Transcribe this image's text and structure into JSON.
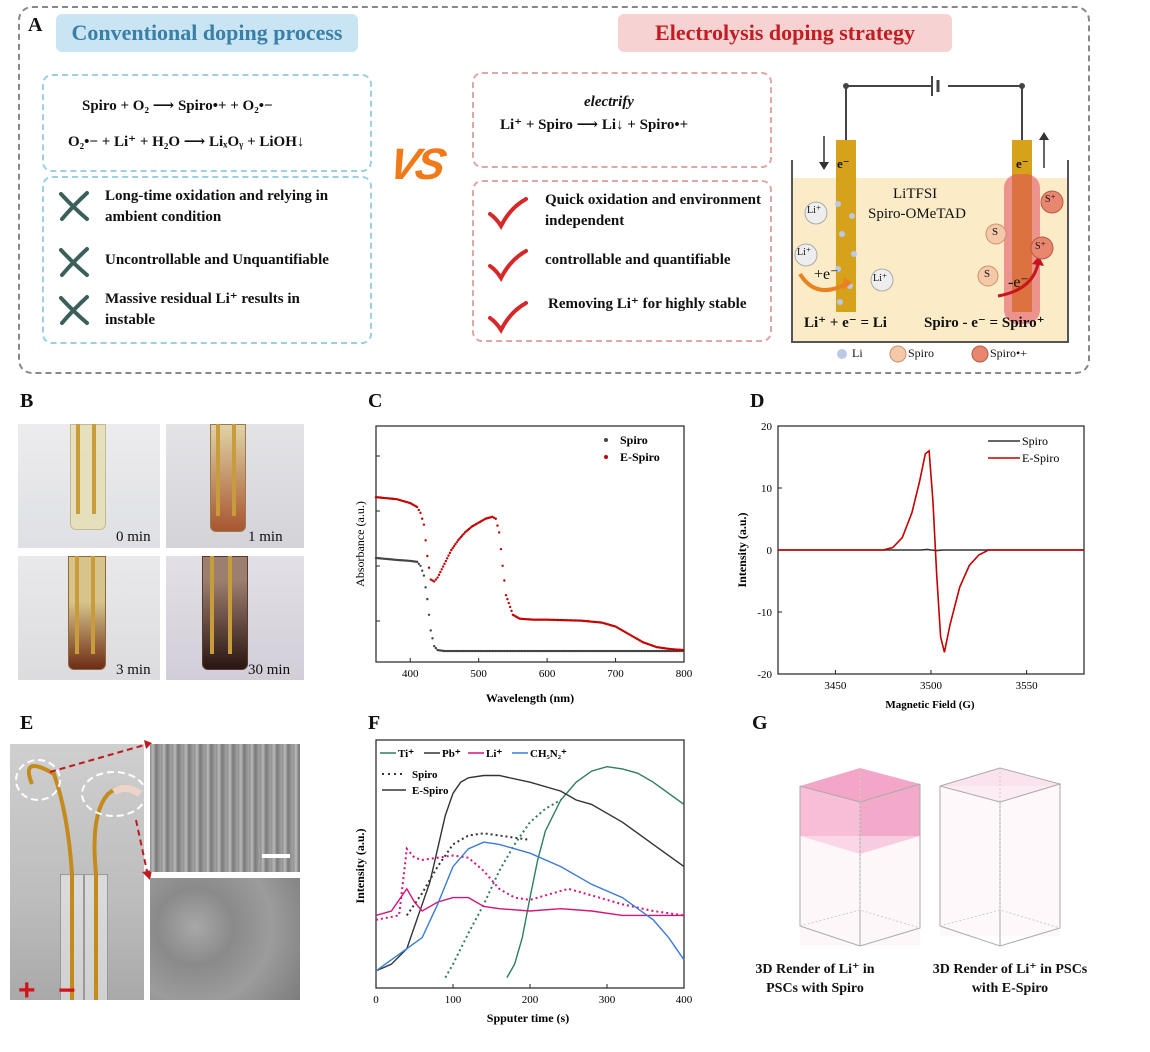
{
  "panels": {
    "A": "A",
    "B": "B",
    "C": "C",
    "D": "D",
    "E": "E",
    "F": "F",
    "G": "G"
  },
  "panelA": {
    "conv_title": "Conventional doping process",
    "elec_title": "Electrolysis doping strategy",
    "conv_eq1": "Spiro + O₂ ⟶ Spiro•+ + O₂•−",
    "conv_eq2": "O₂•− + Li⁺ + H₂O ⟶ LiₓOᵧ + LiOH↓",
    "conv_items": [
      "Long-time oxidation and relying in ambient condition",
      "Uncontrollable  and Unquantifiable",
      "Massive residual Li⁺ results in instable"
    ],
    "vs": "VS",
    "elec_eq_above": "electrify",
    "elec_eq": "Li⁺ + Spiro ⟶ Li↓ + Spiro•+",
    "elec_items": [
      "Quick oxidation and environment independent",
      "controllable  and quantifiable",
      "Removing Li⁺ for highly stable"
    ],
    "cell": {
      "electrolyte1": "LiTFSI",
      "electrolyte2": "Spiro-OMeTAD",
      "left_e": "e⁻",
      "right_e": "e⁻",
      "li_label": "Li⁺",
      "plus_e": "+e⁻",
      "minus_e": "-e⁻",
      "s_label": "S",
      "s_plus_label": "S⁺",
      "left_reaction": "Li⁺ + e⁻ = Li",
      "right_reaction": "Spiro - e⁻ = Spiro⁺",
      "legend_li": "Li",
      "legend_spiro": "Spiro",
      "legend_spiro_plus": "Spiro•+"
    }
  },
  "panelB": {
    "times": [
      "0 min",
      "1 min",
      "3 min",
      "30 min"
    ]
  },
  "panelE": {
    "plus": "+",
    "minus": "−"
  },
  "panelG": {
    "caption1": "3D Render of Li⁺ in PSCs with Spiro",
    "caption2": "3D Render of Li⁺ in PSCs with E-Spiro"
  },
  "chart_data": [
    {
      "id": "C",
      "type": "scatter",
      "xlabel": "Wavelength (nm)",
      "ylabel": "Absorbance (a.u.)",
      "xlim": [
        350,
        800
      ],
      "xticks": [
        400,
        500,
        600,
        700,
        800
      ],
      "legend": "top-right",
      "series": [
        {
          "name": "Spiro",
          "color": "#444444",
          "x": [
            350,
            380,
            400,
            410,
            415,
            420,
            425,
            430,
            435,
            440,
            450,
            500,
            600,
            700,
            800
          ],
          "y": [
            0.49,
            0.48,
            0.475,
            0.47,
            0.45,
            0.4,
            0.28,
            0.12,
            0.04,
            0.02,
            0.015,
            0.015,
            0.015,
            0.015,
            0.015
          ]
        },
        {
          "name": "E-Spiro",
          "color": "#c40000",
          "x": [
            350,
            380,
            400,
            410,
            415,
            420,
            425,
            430,
            435,
            440,
            450,
            460,
            470,
            480,
            490,
            500,
            510,
            520,
            525,
            530,
            535,
            540,
            550,
            560,
            580,
            600,
            650,
            680,
            700,
            720,
            740,
            760,
            780,
            800
          ],
          "y": [
            0.8,
            0.79,
            0.77,
            0.75,
            0.72,
            0.66,
            0.5,
            0.38,
            0.37,
            0.39,
            0.46,
            0.53,
            0.58,
            0.62,
            0.65,
            0.67,
            0.69,
            0.7,
            0.69,
            0.62,
            0.45,
            0.3,
            0.2,
            0.18,
            0.175,
            0.175,
            0.17,
            0.16,
            0.14,
            0.1,
            0.06,
            0.035,
            0.025,
            0.02
          ]
        }
      ]
    },
    {
      "id": "D",
      "type": "line",
      "xlabel": "Magnetic Field (G)",
      "ylabel": "Intensity (a.u.)",
      "xlim": [
        3420,
        3580
      ],
      "ylim": [
        -20,
        20
      ],
      "xticks": [
        3450,
        3500,
        3550
      ],
      "yticks": [
        -20,
        -10,
        0,
        10,
        20
      ],
      "legend": "top-right",
      "series": [
        {
          "name": "Spiro",
          "color": "#333333",
          "x": [
            3420,
            3495,
            3498,
            3500,
            3503,
            3506,
            3580
          ],
          "y": [
            0,
            0,
            0.1,
            0,
            -0.1,
            0,
            0
          ]
        },
        {
          "name": "E-Spiro",
          "color": "#c40000",
          "x": [
            3420,
            3475,
            3480,
            3485,
            3490,
            3494,
            3497,
            3499,
            3501,
            3503,
            3505,
            3507,
            3510,
            3515,
            3520,
            3525,
            3530,
            3580
          ],
          "y": [
            0,
            0,
            0.4,
            2,
            6,
            11,
            15.5,
            16,
            8,
            -4,
            -14,
            -16.5,
            -12,
            -6,
            -2.5,
            -0.8,
            0,
            0
          ]
        }
      ]
    },
    {
      "id": "F",
      "type": "line",
      "xlabel": "Spputer time (s)",
      "ylabel": "Intensity (a.u.)",
      "xlim": [
        0,
        400
      ],
      "xticks": [
        0,
        100,
        200,
        300,
        400
      ],
      "legend": "top-left",
      "legend_labels": [
        "Ti⁺",
        "Pb⁺",
        "Li⁺",
        "CH₅N₂⁺"
      ],
      "style_labels": [
        "Spiro",
        "E-Spiro"
      ],
      "series": [
        {
          "name": "Ti⁺",
          "style": "E-Spiro",
          "color": "#2e7d5b",
          "x": [
            170,
            180,
            190,
            200,
            210,
            220,
            240,
            260,
            280,
            300,
            320,
            340,
            360,
            380,
            400
          ],
          "y": [
            0.02,
            0.08,
            0.2,
            0.38,
            0.55,
            0.68,
            0.82,
            0.9,
            0.95,
            0.97,
            0.96,
            0.94,
            0.9,
            0.85,
            0.8
          ]
        },
        {
          "name": "Ti⁺",
          "style": "Spiro",
          "color": "#2e7d5b",
          "x": [
            90,
            100,
            110,
            120,
            140,
            160,
            180,
            200,
            220,
            240
          ],
          "y": [
            0.02,
            0.08,
            0.15,
            0.22,
            0.35,
            0.5,
            0.62,
            0.72,
            0.78,
            0.82
          ]
        },
        {
          "name": "Pb⁺",
          "style": "E-Spiro",
          "color": "#333333",
          "x": [
            0,
            20,
            40,
            50,
            60,
            70,
            80,
            90,
            100,
            110,
            120,
            140,
            160,
            200,
            240,
            260,
            280,
            320,
            360,
            400
          ],
          "y": [
            0.05,
            0.08,
            0.15,
            0.25,
            0.35,
            0.45,
            0.6,
            0.75,
            0.85,
            0.9,
            0.92,
            0.93,
            0.93,
            0.9,
            0.86,
            0.82,
            0.8,
            0.72,
            0.62,
            0.52
          ]
        },
        {
          "name": "Pb⁺",
          "style": "Spiro",
          "color": "#333333",
          "x": [
            40,
            60,
            80,
            100,
            120,
            140,
            160,
            200
          ],
          "y": [
            0.3,
            0.4,
            0.52,
            0.62,
            0.66,
            0.67,
            0.66,
            0.64
          ]
        },
        {
          "name": "Li⁺",
          "style": "E-Spiro",
          "color": "#d4147a",
          "x": [
            0,
            20,
            40,
            50,
            60,
            80,
            100,
            120,
            140,
            160,
            200,
            240,
            280,
            320,
            360,
            400
          ],
          "y": [
            0.3,
            0.32,
            0.42,
            0.36,
            0.32,
            0.36,
            0.38,
            0.38,
            0.34,
            0.33,
            0.32,
            0.33,
            0.32,
            0.3,
            0.3,
            0.3
          ]
        },
        {
          "name": "Li⁺",
          "style": "Spiro",
          "color": "#d4147a",
          "x": [
            0,
            30,
            40,
            50,
            60,
            80,
            100,
            120,
            140,
            160,
            180,
            200,
            220,
            250,
            280,
            320,
            360,
            400
          ],
          "y": [
            0.28,
            0.3,
            0.6,
            0.56,
            0.55,
            0.56,
            0.57,
            0.56,
            0.5,
            0.42,
            0.38,
            0.37,
            0.39,
            0.42,
            0.39,
            0.35,
            0.32,
            0.3
          ]
        },
        {
          "name": "CH₅N₂⁺",
          "style": "E-Spiro",
          "color": "#3a7bd5",
          "x": [
            0,
            20,
            40,
            60,
            80,
            100,
            120,
            140,
            160,
            200,
            240,
            280,
            320,
            360,
            380,
            400
          ],
          "y": [
            0.05,
            0.1,
            0.15,
            0.2,
            0.35,
            0.52,
            0.6,
            0.63,
            0.62,
            0.58,
            0.52,
            0.44,
            0.38,
            0.28,
            0.2,
            0.1
          ]
        }
      ]
    }
  ]
}
